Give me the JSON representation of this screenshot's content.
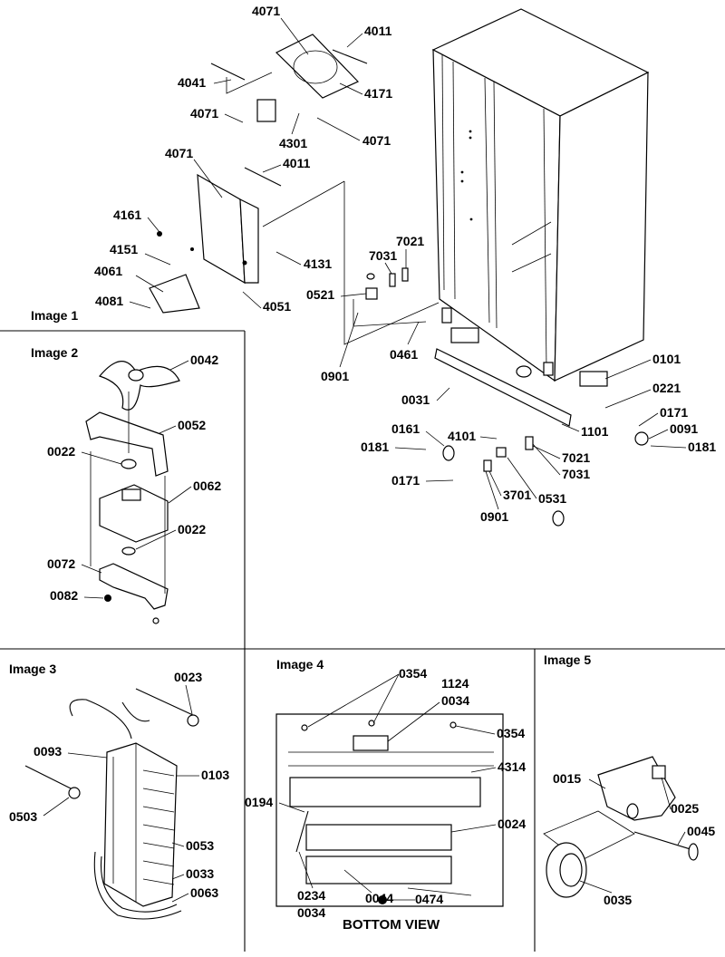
{
  "panels": {
    "image1": "Image 1",
    "image2": "Image 2",
    "image3": "Image 3",
    "image4": "Image 4",
    "image5": "Image 5",
    "bottom_view": "BOTTOM VIEW"
  },
  "callouts": {
    "main": [
      "4071",
      "4011",
      "4041",
      "4171",
      "4071",
      "4301",
      "4071",
      "4071",
      "4011",
      "4161",
      "4151",
      "4131",
      "4061",
      "4051",
      "4081",
      "7021",
      "7031",
      "0521",
      "0901",
      "0461",
      "0101",
      "0031",
      "0221",
      "0171",
      "0091",
      "0161",
      "4101",
      "1101",
      "0181",
      "7021",
      "0181",
      "7031",
      "0171",
      "3701",
      "0531",
      "0901"
    ],
    "image2": [
      "0042",
      "0052",
      "0022",
      "0062",
      "0022",
      "0072",
      "0082"
    ],
    "image3": [
      "0023",
      "0093",
      "0103",
      "0503",
      "0053",
      "0033",
      "0063"
    ],
    "image4": [
      "0354",
      "1124",
      "0034",
      "0354",
      "4314",
      "0194",
      "0024",
      "0234",
      "0034",
      "0044",
      "0474"
    ],
    "image5": [
      "0015",
      "0025",
      "0045",
      "0035"
    ]
  }
}
